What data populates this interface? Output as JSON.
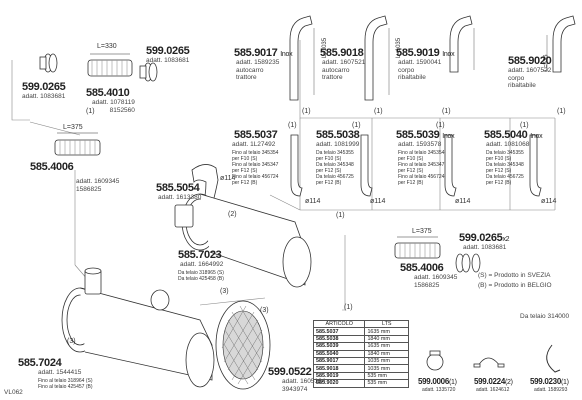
{
  "page_id": "VL062",
  "dimensions": {
    "l330": "L=330",
    "l375a": "L=375",
    "l375b": "L=375",
    "l1035a": "L=1035",
    "l1035b": "L=1035",
    "l535": "L=535"
  },
  "parts": {
    "p599_0265_top": {
      "code": "599.0265",
      "adatt": "adatt. 1083681"
    },
    "p599_0265_left": {
      "code": "599.0265",
      "adatt": "adatt. 1083681"
    },
    "p585_4010": {
      "code": "585.4010",
      "adatt": "adatt. 1078119\n8152560"
    },
    "p585_4006_left": {
      "code": "585.4006",
      "adatt": "adatt. 1609345\n1586825"
    },
    "p585_9017": {
      "code": "585.9017",
      "suffix": "Inox",
      "adatt": "adatt. 1589235\nautocarro\ntrattore"
    },
    "p585_9018": {
      "code": "585.9018",
      "adatt": "adatt. 1607521\nautocarro\ntrattore"
    },
    "p585_9019": {
      "code": "585.9019",
      "suffix": "Inox",
      "adatt": "adatt. 1590041\ncorpo\nribaltabile"
    },
    "p585_9020": {
      "code": "585.9020",
      "adatt": "adatt. 1607522\ncorpo\nribaltabile"
    },
    "p585_5037": {
      "code": "585.5037",
      "adatt": "adatt. 1L27492",
      "notes": "Fino al telaio 345354\nper F10 (S)\nFino al telaio 345347\nper F12 (S)\nFino al telaio 456724\nper F12 (B)"
    },
    "p585_5038": {
      "code": "585.5038",
      "adatt": "adatt. 1081999",
      "notes": "Da telaio 345355\nper F10 (S)\nDa telaio 345348\nper F12 (S)\nDa telaio 456725\nper F12 (B)"
    },
    "p585_5039": {
      "code": "585.5039",
      "suffix": "Inox",
      "adatt": "adatt. 1593578",
      "notes": "Fino al telaio 345354\nper F10 (S)\nFino al telaio 345347\nper F12 (S)\nFino al telaio 456724\nper F12 (B)"
    },
    "p585_5040": {
      "code": "585.5040",
      "suffix": "Inox",
      "adatt": "adatt. 1081068",
      "notes": "Da telaio 345355\nper F10 (S)\nDa telaio 345348\nper F12 (S)\nDa telaio 456725\nper F12 (B)"
    },
    "p585_5054": {
      "code": "585.5054",
      "adatt": "adatt. 1613380"
    },
    "p585_7023": {
      "code": "585.7023",
      "adatt": "adatt. 1664992",
      "notes": "Da telaio 318965 (S)\nDa telaio 425458 (B)"
    },
    "p585_7024": {
      "code": "585.7024",
      "adatt": "adatt. 1544415",
      "notes": "Fino al telaio 318964 (S)\nFino al telaio 425457 (B)"
    },
    "p599_0265_right": {
      "code": "599.0265",
      "suffix": "x2",
      "adatt": "adatt. 1083681"
    },
    "p585_4006_right": {
      "code": "585.4006",
      "adatt": "adatt. 1609345\n1586825"
    },
    "p599_0522": {
      "code": "599.0522",
      "adatt": "adatt. 1605164\n3943974"
    },
    "p599_0006": {
      "code": "599.0006",
      "qty": "(1)",
      "adatt": "adatt. 1335720"
    },
    "p599_0224": {
      "code": "599.0224",
      "qty": "(2)",
      "adatt": "adatt. 1624612"
    },
    "p599_0230": {
      "code": "599.0230",
      "qty": "(1)",
      "adatt": "adatt. 1589293"
    }
  },
  "legend": {
    "s": "(S) = Prodotto in SVEZIA",
    "b": "(B) = Prodotto in BELGIO",
    "telaio": "Da telaio 314000"
  },
  "diam": {
    "d114": "ø114"
  },
  "callouts": {
    "c1": "(1)",
    "c2": "(2)",
    "c3": "(3)"
  },
  "table": {
    "headers": [
      "ARTICOLO",
      "LTS"
    ],
    "rows": [
      [
        "585.5037",
        "1635 mm"
      ],
      [
        "585.5038",
        "1840 mm"
      ],
      [
        "585.5039",
        "1635 mm"
      ],
      [
        "585.5040",
        "1840 mm"
      ],
      [
        "585.9017",
        "1035 mm"
      ],
      [
        "585.9018",
        "1035 mm"
      ],
      [
        "585.9019",
        "535 mm"
      ],
      [
        "585.9020",
        "535 mm"
      ]
    ]
  }
}
